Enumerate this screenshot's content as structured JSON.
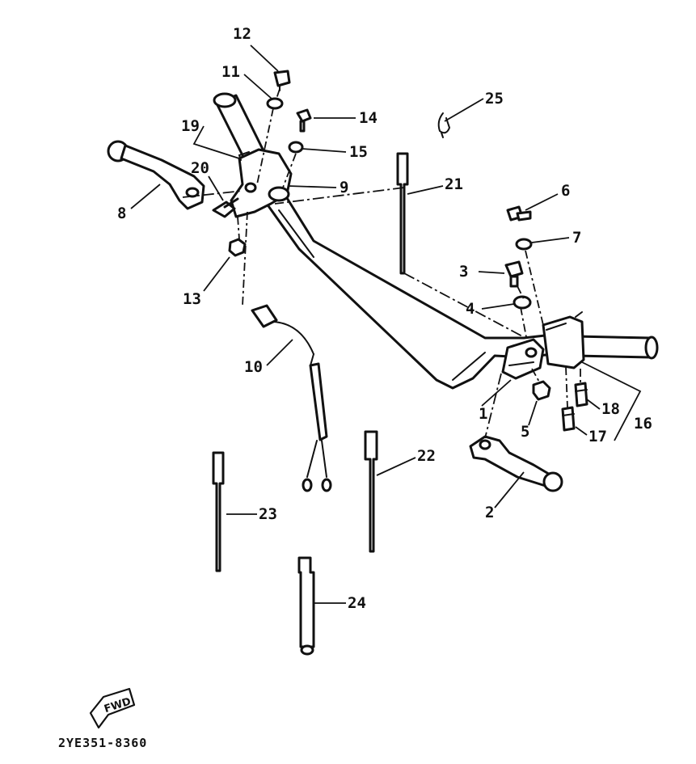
{
  "diagram": {
    "callouts": [
      "1",
      "2",
      "3",
      "4",
      "5",
      "6",
      "7",
      "8",
      "9",
      "10",
      "11",
      "12",
      "13",
      "14",
      "15",
      "16",
      "17",
      "18",
      "19",
      "20",
      "21",
      "22",
      "23",
      "24",
      "25"
    ],
    "direction_badge": "FWD",
    "drawing_code": "2YE351-8360"
  },
  "colors": {
    "ink": "#111111",
    "paper": "#ffffff"
  }
}
